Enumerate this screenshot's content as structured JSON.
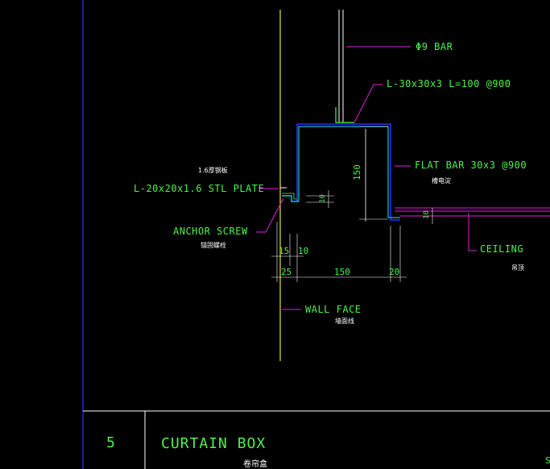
{
  "labels": {
    "bar": "Φ9 BAR",
    "angle_top": "L-30x30x3 L=100 @900",
    "flat_bar": "FLAT BAR 30x3 @900",
    "flat_bar_cn": "槽电淀",
    "plate_cn": "1.6厚钢板",
    "plate": "L-20x20x1.6 STL PLATE",
    "anchor": "ANCHOR SCREW",
    "anchor_cn": "锚固螺栓",
    "ceiling": "CEILING",
    "ceiling_cn": "吊顶",
    "wall": "WALL FACE",
    "wall_cn": "墙面线"
  },
  "dimensions": {
    "d150_vert": "150",
    "d10_small": "10",
    "d10_right": "10",
    "d15": "15",
    "d10": "10",
    "d25": "25",
    "d150": "150",
    "d20": "20"
  },
  "title_block": {
    "number": "5",
    "title": "CURTAIN BOX",
    "title_cn": "卷帘盒",
    "corner": "S"
  },
  "colors": {
    "green": "#4cf24c",
    "magenta": "#e020e0",
    "cyan": "#20e8ff",
    "blue": "#3030ff",
    "yellow": "#e6e640",
    "white": "#ffffff"
  }
}
